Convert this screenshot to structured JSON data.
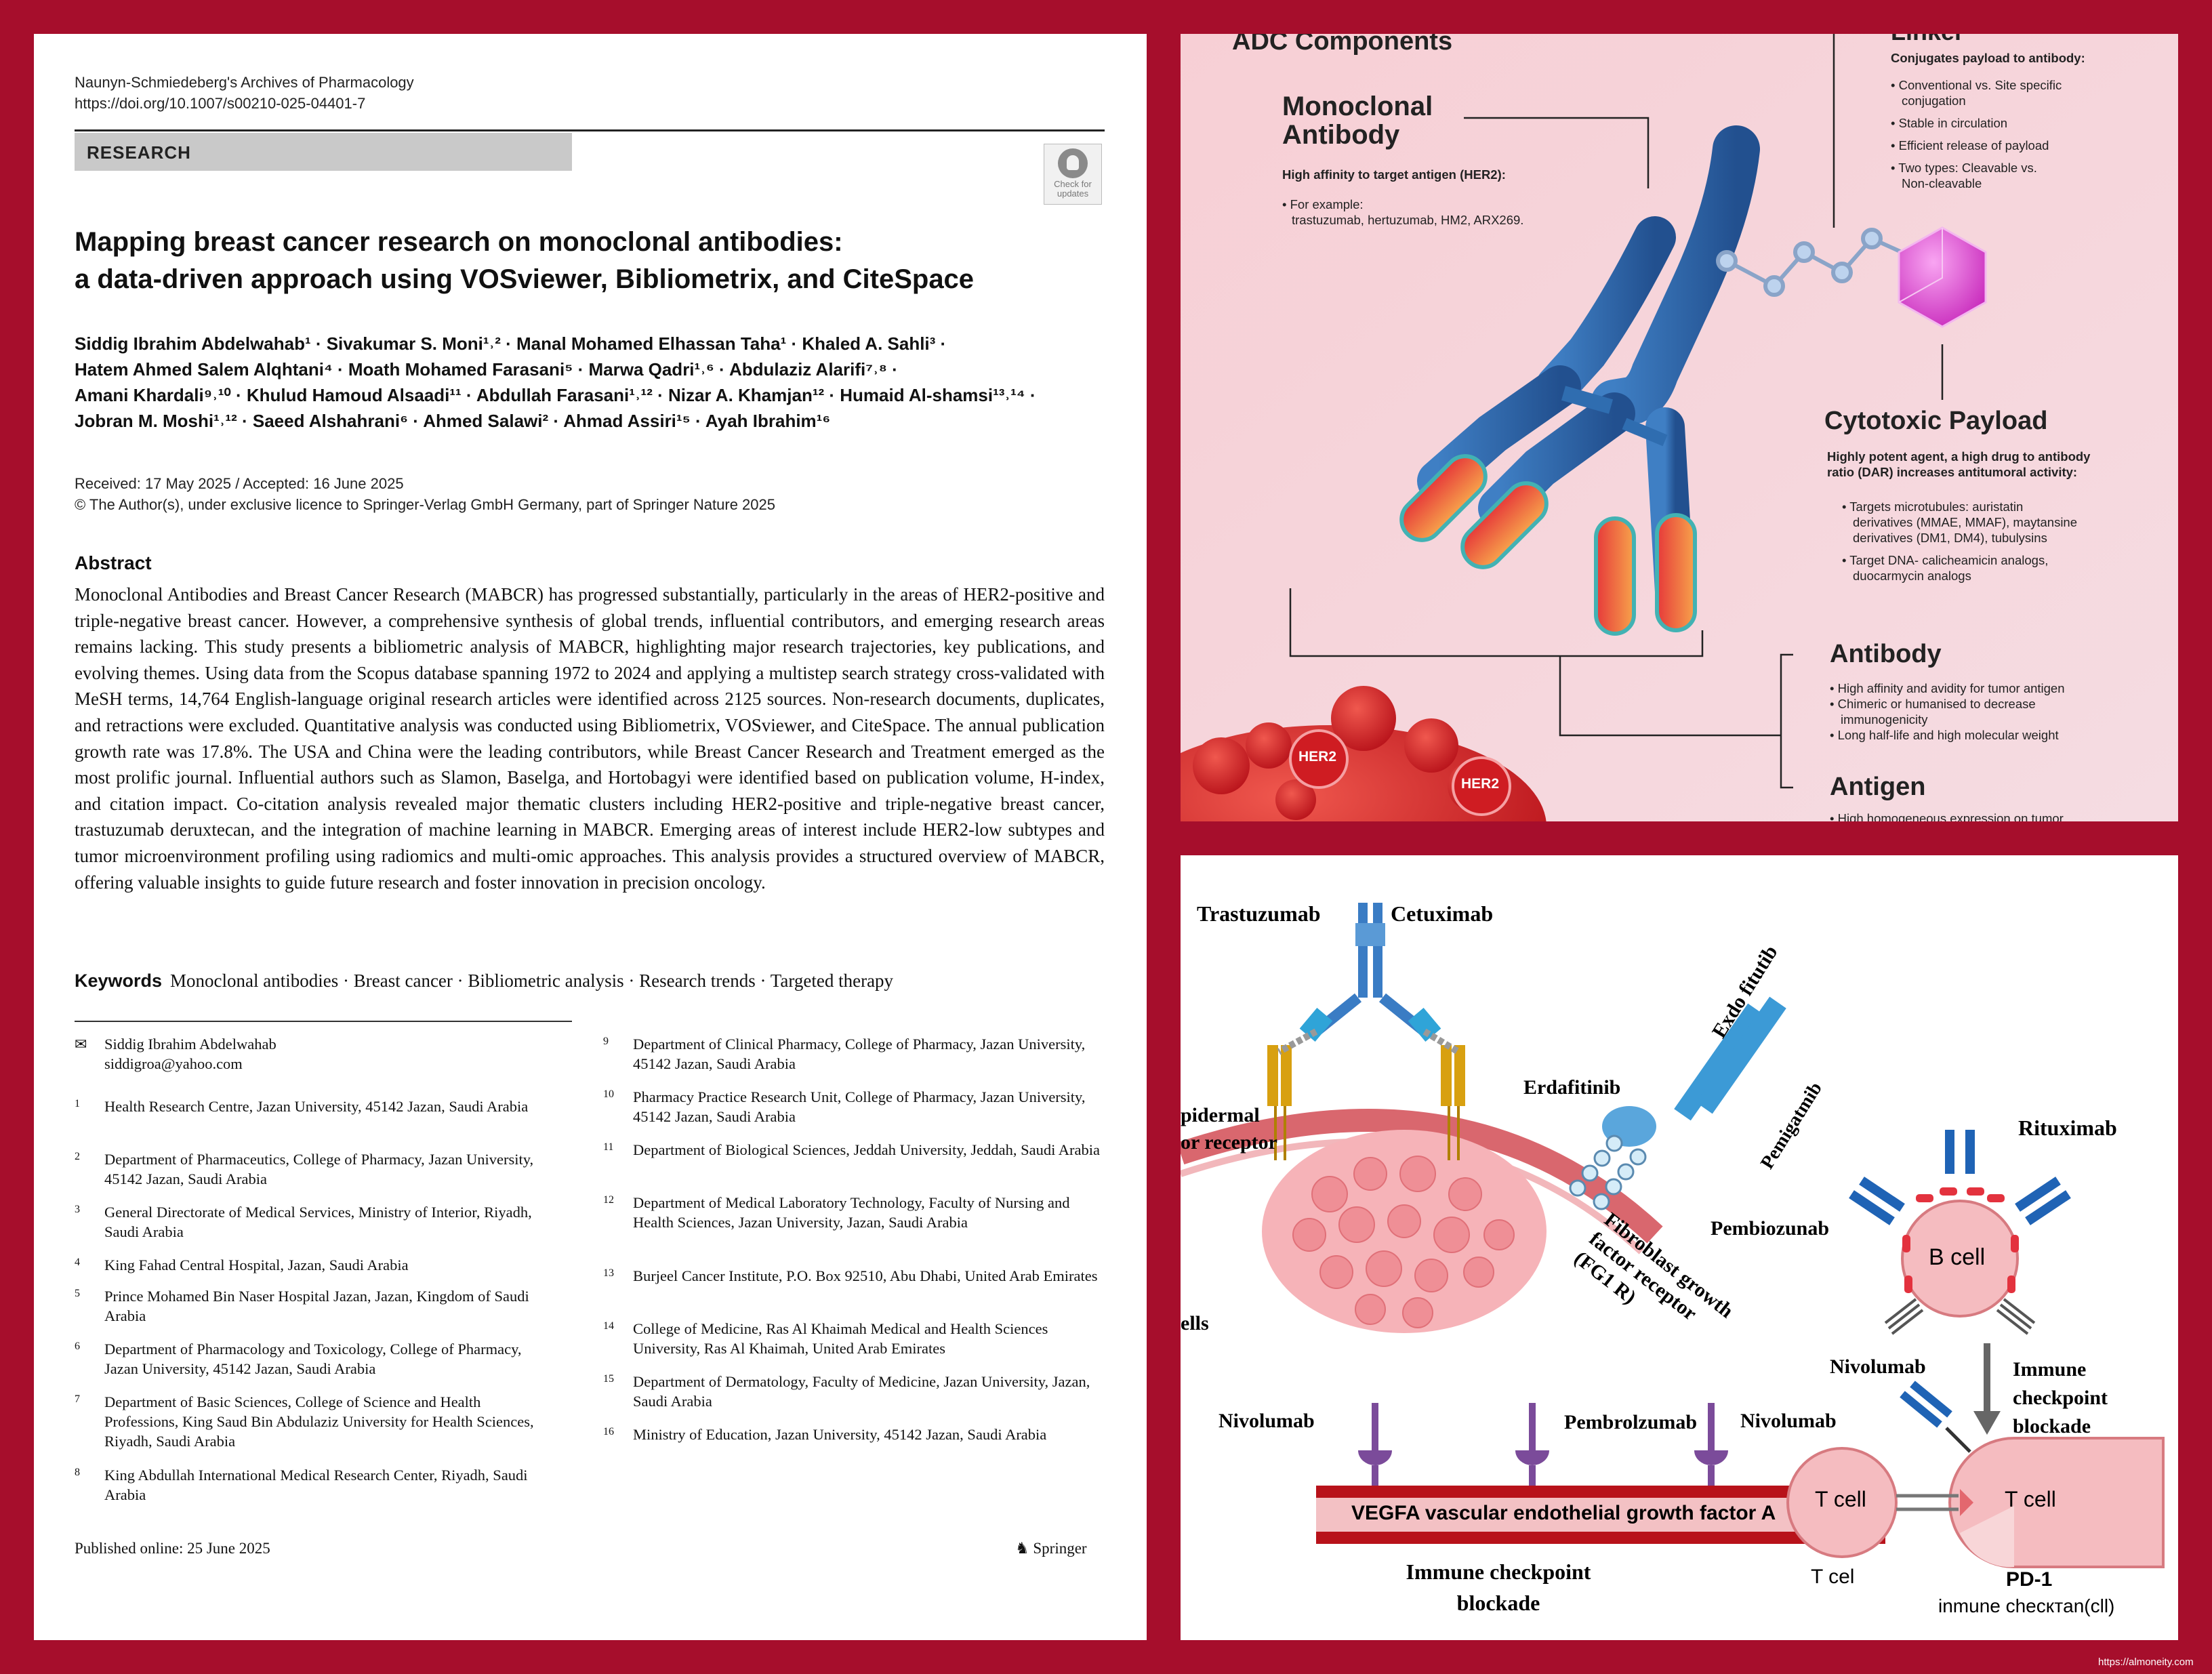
{
  "paper": {
    "journal": "Naunyn-Schmiedeberg's Archives of Pharmacology",
    "doi": "https://doi.org/10.1007/s00210-025-04401-7",
    "section": "RESEARCH",
    "check_updates_line1": "Check for",
    "check_updates_line2": "updates",
    "title_line1": "Mapping breast cancer research on monoclonal antibodies:",
    "title_line2": "a data-driven approach using VOSviewer, Bibliometrix, and CiteSpace",
    "authors_lines": [
      "Siddig Ibrahim Abdelwahab¹ · Sivakumar S. Moni¹˒² · Manal Mohamed Elhassan Taha¹ · Khaled A. Sahli³ ·",
      "Hatem Ahmed Salem Alqhtani⁴ · Moath Mohamed Farasani⁵ · Marwa Qadri¹˒⁶ · Abdulaziz Alarifi⁷˒⁸ ·",
      "Amani Khardali⁹˒¹⁰ · Khulud Hamoud Alsaadi¹¹ · Abdullah Farasani¹˒¹² · Nizar A. Khamjan¹² · Humaid Al-shamsi¹³˒¹⁴ ·",
      "Jobran M. Moshi¹˒¹² · Saeed Alshahrani⁶ · Ahmed Salawi² · Ahmad Assiri¹⁵ · Ayah Ibrahim¹⁶"
    ],
    "received": "Received: 17 May 2025 / Accepted: 16 June 2025",
    "copyright": "© The Author(s), under exclusive licence to Springer-Verlag GmbH Germany, part of Springer Nature 2025",
    "abstract_heading": "Abstract",
    "abstract": "Monoclonal Antibodies and Breast Cancer Research (MABCR) has progressed substantially, particularly in the areas of HER2-positive and triple-negative breast cancer. However, a comprehensive synthesis of global trends, influential contributors, and emerging research areas remains lacking. This study presents a bibliometric analysis of MABCR, highlighting major research trajectories, key publications, and evolving themes. Using data from the Scopus database spanning 1972 to 2024 and applying a multistep search strategy cross-validated with MeSH terms, 14,764 English-language original research articles were identified across 2125 sources. Non-research documents, duplicates, and retractions were excluded. Quantitative analysis was conducted using Bibliometrix, VOSviewer, and CiteSpace. The annual publication growth rate was 17.8%. The USA and China were the leading contributors, while Breast Cancer Research and Treatment emerged as the most prolific journal. Influential authors such as Slamon, Baselga, and Hortobagyi were identified based on publication volume, H-index, and citation impact. Co-citation analysis revealed major thematic clusters including HER2-positive and triple-negative breast cancer, trastuzumab deruxtecan, and the integration of machine learning in MABCR. Emerging areas of interest include HER2-low subtypes and tumor microenvironment profiling using radiomics and multi-omic approaches. This analysis provides a structured overview of MABCR, offering valuable insights to guide future research and foster innovation in precision oncology.",
    "keywords_label": "Keywords",
    "keywords": "Monoclonal antibodies · Breast cancer · Bibliometric analysis · Research trends · Targeted therapy",
    "corresponding_name": "Siddig Ibrahim Abdelwahab",
    "corresponding_email": "siddigroa@yahoo.com",
    "affiliations_left": [
      {
        "n": "1",
        "text": "Health Research Centre, Jazan University, 45142 Jazan, Saudi Arabia"
      },
      {
        "n": "2",
        "text": "Department of Pharmaceutics, College of Pharmacy, Jazan University, 45142 Jazan, Saudi Arabia"
      },
      {
        "n": "3",
        "text": "General Directorate of Medical Services, Ministry of Interior, Riyadh, Saudi Arabia"
      },
      {
        "n": "4",
        "text": "King Fahad Central Hospital, Jazan, Saudi Arabia"
      },
      {
        "n": "5",
        "text": "Prince Mohamed Bin Naser Hospital Jazan, Jazan, Kingdom of Saudi Arabia"
      },
      {
        "n": "6",
        "text": "Department of Pharmacology and Toxicology, College of Pharmacy, Jazan University, 45142 Jazan, Saudi Arabia"
      },
      {
        "n": "7",
        "text": "Department of Basic Sciences, College of Science and Health Professions, King Saud Bin Abdulaziz University for Health Sciences, Riyadh, Saudi Arabia"
      },
      {
        "n": "8",
        "text": "King Abdullah International Medical Research Center, Riyadh, Saudi Arabia"
      }
    ],
    "affiliations_right": [
      {
        "n": "9",
        "text": "Department of Clinical Pharmacy, College of Pharmacy, Jazan University, 45142 Jazan, Saudi Arabia"
      },
      {
        "n": "10",
        "text": "Pharmacy Practice Research Unit, College of Pharmacy, Jazan University, 45142 Jazan, Saudi Arabia"
      },
      {
        "n": "11",
        "text": "Department of Biological Sciences, Jeddah University, Jeddah, Saudi Arabia"
      },
      {
        "n": "12",
        "text": "Department of Medical Laboratory Technology, Faculty of Nursing and Health Sciences, Jazan University, Jazan, Saudi Arabia"
      },
      {
        "n": "13",
        "text": "Burjeel Cancer Institute, P.O. Box 92510, Abu Dhabi, United Arab Emirates"
      },
      {
        "n": "14",
        "text": "College of Medicine, Ras Al Khaimah Medical and Health Sciences University, Ras Al Khaimah, United Arab Emirates"
      },
      {
        "n": "15",
        "text": "Department of Dermatology, Faculty of Medicine, Jazan University, Jazan, Saudi Arabia"
      },
      {
        "n": "16",
        "text": "Ministry of Education, Jazan University, 45142 Jazan, Saudi Arabia"
      }
    ],
    "published": "Published online: 25 June 2025",
    "publisher": "Springer"
  },
  "adc": {
    "heading": "ADC Components",
    "mab_title_1": "Monoclonal",
    "mab_title_2": "Antibody",
    "mab_desc": "High affinity to target antigen (HER2):",
    "mab_example_1": "• For example:",
    "mab_example_2": "trastuzumab, hertuzumab, HM2, ARX269.",
    "linker_title": "Linker",
    "linker_desc": "Conjugates payload to antibody:",
    "linker_bullets": [
      "• Conventional vs. Site specific",
      "conjugation",
      "• Stable in circulation",
      "• Efficient release of payload",
      "• Two types: Cleavable vs.",
      "Non-cleavable"
    ],
    "payload_title": "Cytotoxic Payload",
    "payload_desc_1": "Highly potent agent, a high drug to antibody",
    "payload_desc_2": "ratio (DAR) increases antitumoral activity:",
    "payload_bullets": [
      "• Targets microtubules: auristatin",
      "derivatives (MMAE, MMAF), maytansine",
      "derivatives (DM1, DM4), tubulysins",
      "• Target DNA- calicheamicin analogs,",
      "duocarmycin analogs"
    ],
    "antibody_title": "Antibody",
    "antibody_bullets": [
      "• High affinity and avidity for tumor antigen",
      "• Chimeric or humanised to decrease",
      "immunogenicity",
      "• Long half-life and high molecular weight"
    ],
    "antigen_title": "Antigen",
    "antigen_partial": "• High homogeneous expression on tumor",
    "her2_1": "HER2",
    "her2_2": "HER2",
    "colors": {
      "antibody": "#2f6db0",
      "payload": "#e24fd8",
      "tumor": "#e2262f"
    }
  },
  "mab_fig": {
    "trastuzumab": "Trastuzumab",
    "cetuximab": "Cetuximab",
    "egfr_1": "pidermal",
    "egfr_2": "or receptor",
    "cells": "ells",
    "erdafitinib": "Erdafitinib",
    "exdo": "Exdo fitutib",
    "pemigatinib": "Pemigatmib",
    "fgfr_1": "Fibroblast growth",
    "fgfr_2": "factor receptor",
    "fgfr_3": "(FG1 R)",
    "pembiozunab": "Pembiozunab",
    "rituximab": "Rituximab",
    "bcell": "B cell",
    "nivolumab_left": "Nivolumab",
    "pembrolizumab": "Pembrolzumab",
    "nivolumab_mid": "Nivolumab",
    "nivolumab_right": "Nivolumab",
    "checkpoint_1": "Immune",
    "checkpoint_2": "checkpoint",
    "checkpoint_3": "blockade",
    "vegfa": "VEGFA vascular endothelial growth factor A",
    "tcell_1": "T cell",
    "tcell_2": "T cell",
    "tcel_label": "T cel",
    "bottom_1": "Immune checkpoint",
    "bottom_2": "blockade",
    "pd1": "PD-1",
    "pd1_sub": "inmune checктan(cll)",
    "watermark": "https://almoneity.com"
  }
}
